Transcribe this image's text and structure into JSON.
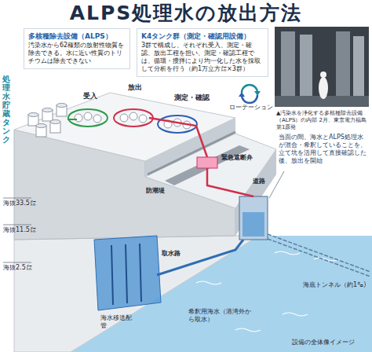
{
  "diagram": {
    "title": "ALPS処理水の放出方法",
    "caption": "設備の全体像イメージ",
    "nodes": [
      {
        "text": [
          "多核種除去設備（ALPS）",
          "汚染水から62種類の放射性物質を除去できる。水に近い性質のトリチウムは除去できない"
        ]
      },
      {
        "text": [
          "K4タンク群（測定・確認用設備）",
          "3群で構成し、それぞれ受入、測定・確認、放出工程を担い、測定・確認工程では、循環・攪拌により均一化した水を採取して分析を行う（約1万立方㍍×3群）"
        ]
      }
    ],
    "labels": [
      "受入",
      "放出",
      "測定・確認",
      "ローテーション",
      "処理水貯蔵タンク",
      "▲汚染水を浄化する多核種除去設備（ALPS）の内部 2月、東京電力福島第1原発",
      "防潮堤",
      "緊急遮断弁",
      "道路",
      "当面の間、海水とALPS処理水が混合・希釈していることを、立て坑を活用して直接確認した後、放出を開始",
      "海抜33.5㍍",
      "海抜11.5㍍",
      "海抜2.5㍍",
      "取水路",
      "海水移送配管",
      "希釈用海水（港湾外から取水）",
      "海底トンネル（約1㌔）"
    ]
  }
}
